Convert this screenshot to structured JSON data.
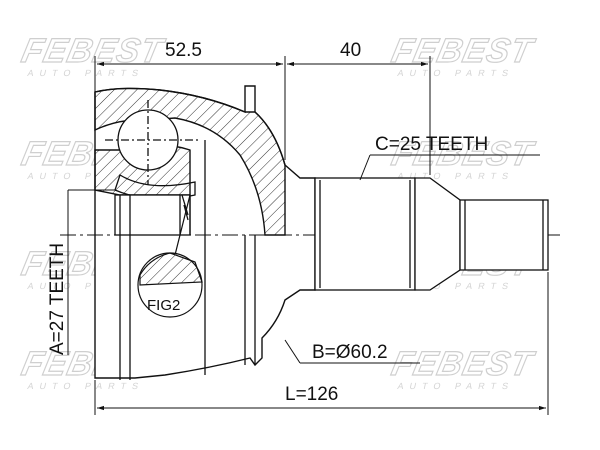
{
  "watermark": {
    "brand": "FEBEST",
    "tagline": "AUTO PARTS"
  },
  "dimensions": {
    "top_left": "52.5",
    "top_right": "40",
    "spline_outer": "C=25 TEETH",
    "spline_inner": "A=27 TEETH",
    "diameter": "B=Ø60.2",
    "total_length": "L=126",
    "detail": "FIG2"
  }
}
